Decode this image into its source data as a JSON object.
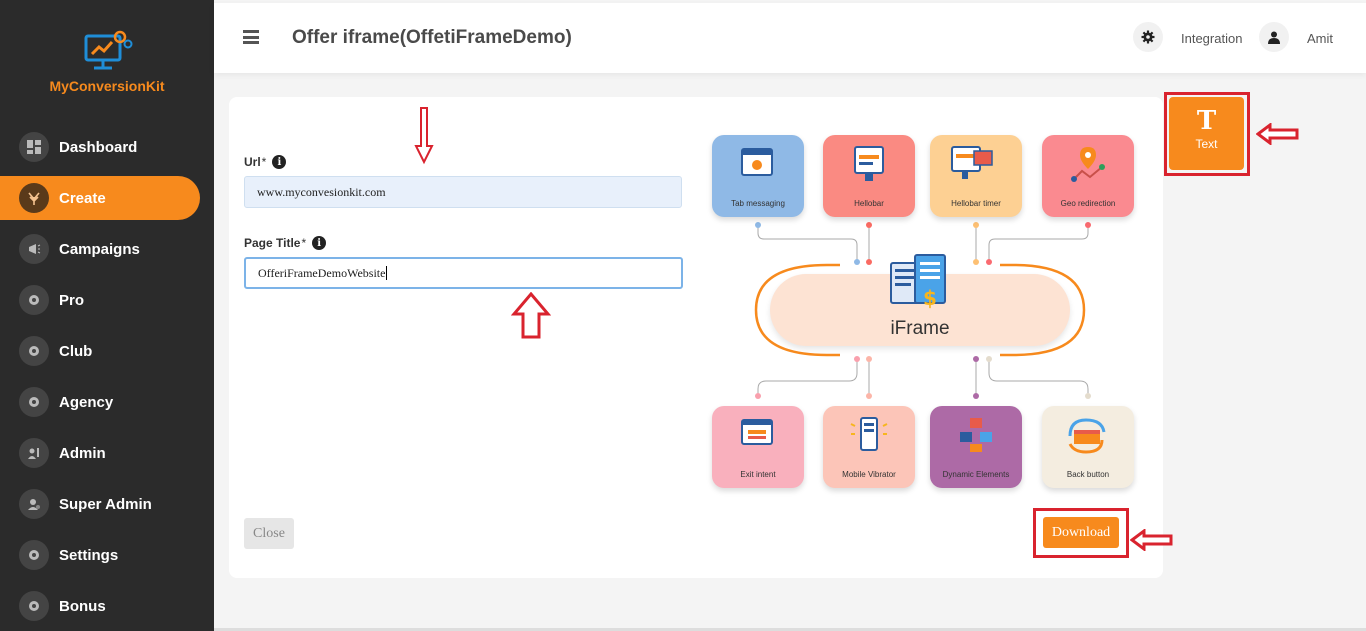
{
  "app": {
    "logo_text": "MyConversionKit"
  },
  "sidebar": {
    "items": [
      {
        "label": "Dashboard"
      },
      {
        "label": "Create"
      },
      {
        "label": "Campaigns"
      },
      {
        "label": "Pro"
      },
      {
        "label": "Club"
      },
      {
        "label": "Agency"
      },
      {
        "label": "Admin"
      },
      {
        "label": "Super Admin"
      },
      {
        "label": "Settings"
      },
      {
        "label": "Bonus"
      }
    ]
  },
  "header": {
    "title": "Offer iframe(OffetiFrameDemo)",
    "integration_label": "Integration",
    "user_name": "Amit"
  },
  "form": {
    "url_label": "Url",
    "url_required": "*",
    "url_value": "www.myconvesionkit.com",
    "page_title_label": "Page Title",
    "page_title_required": "*",
    "page_title_value": "OfferiFrameDemoWebsite",
    "info_glyph": "i",
    "close_label": "Close",
    "download_label": "Download"
  },
  "diagram": {
    "center_label": "iFrame",
    "top_tiles": [
      {
        "label": "Tab messaging",
        "color": "#8fb9e6"
      },
      {
        "label": "Hellobar",
        "color": "#fa8a82"
      },
      {
        "label": "Hellobar timer",
        "color": "#fdd093"
      },
      {
        "label": "Geo redirection",
        "color": "#fa8a90"
      }
    ],
    "bottom_tiles": [
      {
        "label": "Exit intent",
        "color": "#f9b0bd"
      },
      {
        "label": "Mobile Vibrator",
        "color": "#fcc5b8"
      },
      {
        "label": "Dynamic Elements",
        "color": "#ad6aa6"
      },
      {
        "label": "Back button",
        "color": "#f4ede0"
      }
    ]
  },
  "text_widget": {
    "glyph": "T",
    "label": "Text"
  },
  "colors": {
    "accent": "#f78a1d",
    "sidebar": "#2b2b2b",
    "annotation": "#d9232e"
  }
}
